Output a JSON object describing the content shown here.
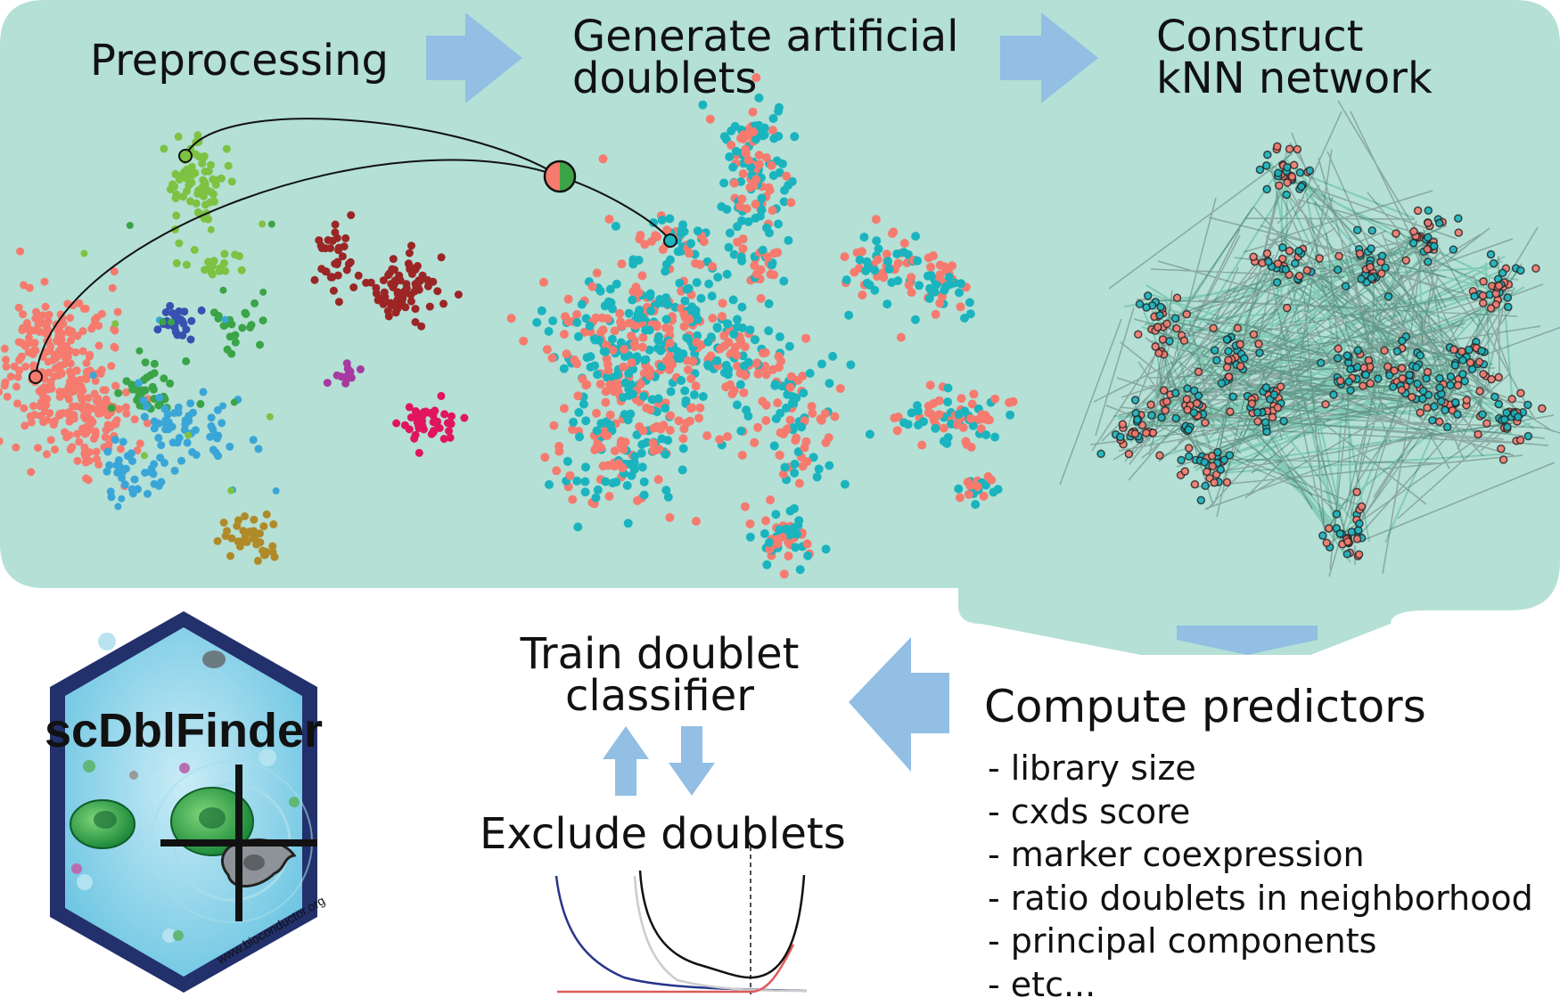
{
  "steps": {
    "preprocessing": "Preprocessing",
    "generate_line1": "Generate artificial",
    "generate_line2": "doublets",
    "construct_line1": "Construct",
    "construct_line2": "kNN network",
    "train_line1": "Train doublet",
    "train_line2": "classifier",
    "exclude": "Exclude doublets",
    "compute": "Compute predictors"
  },
  "predictors": [
    "- library size",
    "- cxds score",
    "- marker coexpression",
    "- ratio doublets in neighborhood",
    "- principal components",
    "- etc..."
  ],
  "logo": {
    "name": "scDblFinder",
    "url": "www.bioconductor.org"
  },
  "colors": {
    "panel": "#b4e0d6",
    "arrow": "#92bfe3",
    "real_cells": "#f67a6e",
    "artificial_doublets": "#1ab4bf",
    "knn_edges": "#58b89a",
    "hex_border": "#22306b",
    "hex_fill": "#8fd4ea"
  }
}
